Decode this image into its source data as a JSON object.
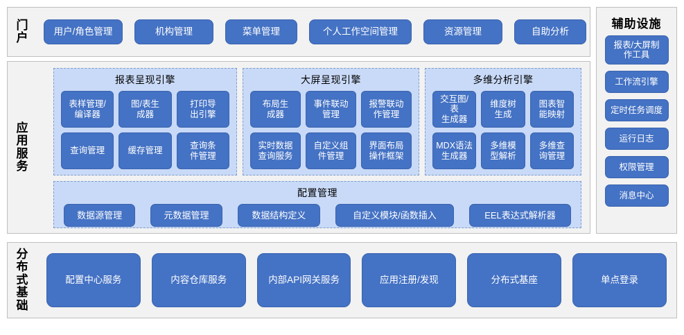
{
  "portal": {
    "label": "门户",
    "items": [
      {
        "label": "用户/角色管理"
      },
      {
        "label": "机构管理"
      },
      {
        "label": "菜单管理"
      },
      {
        "label": "个人工作空间管理"
      },
      {
        "label": "资源管理"
      },
      {
        "label": "自助分析"
      }
    ]
  },
  "app_services": {
    "label": "应用服务",
    "engines": [
      {
        "title": "报表呈现引擎",
        "items": [
          {
            "label": "表样管理/\n编译器"
          },
          {
            "label": "图/表生\n成器"
          },
          {
            "label": "打印导\n出引擎"
          },
          {
            "label": "查询管理"
          },
          {
            "label": "缓存管理"
          },
          {
            "label": "查询条\n件管理"
          }
        ]
      },
      {
        "title": "大屏呈现引擎",
        "items": [
          {
            "label": "布局生\n成器"
          },
          {
            "label": "事件联动\n管理"
          },
          {
            "label": "报警联动\n作管理"
          },
          {
            "label": "实时数据\n查询服务"
          },
          {
            "label": "自定义组\n件管理"
          },
          {
            "label": "界面布局\n操作框架"
          }
        ]
      },
      {
        "title": "多维分析引擎",
        "items": [
          {
            "label": "交互图/表\n生成器"
          },
          {
            "label": "维度树\n生成"
          },
          {
            "label": "图表智\n能映射"
          },
          {
            "label": "MDX语法\n生成器"
          },
          {
            "label": "多维模\n型解析"
          },
          {
            "label": "多维查\n询管理"
          }
        ]
      }
    ],
    "config": {
      "title": "配置管理",
      "items": [
        {
          "label": "数据源管理"
        },
        {
          "label": "元数据管理"
        },
        {
          "label": "数据结构定义"
        },
        {
          "label": "自定义模块/函数插入"
        },
        {
          "label": "EEL表达式解析器"
        }
      ]
    }
  },
  "aux": {
    "title": "辅助设施",
    "items": [
      {
        "label": "报表/大屏制\n作工具"
      },
      {
        "label": "工作流引擎"
      },
      {
        "label": "定时任务调度"
      },
      {
        "label": "运行日志"
      },
      {
        "label": "权限管理"
      },
      {
        "label": "消息中心"
      }
    ]
  },
  "base": {
    "label": "分布式基础",
    "items": [
      {
        "label": "配置中心服务"
      },
      {
        "label": "内容仓库服务"
      },
      {
        "label": "内部API网关服务"
      },
      {
        "label": "应用注册/发现"
      },
      {
        "label": "分布式基座"
      },
      {
        "label": "单点登录"
      }
    ]
  },
  "colors": {
    "button_fill": "#4472C4",
    "button_border": "#3A63AE",
    "panel_fill": "#F2F2F2",
    "panel_border": "#BFBFBF",
    "group_fill": "#C9DAF8",
    "group_border": "#7D9CC8",
    "button_text": "#FFFFFF"
  }
}
